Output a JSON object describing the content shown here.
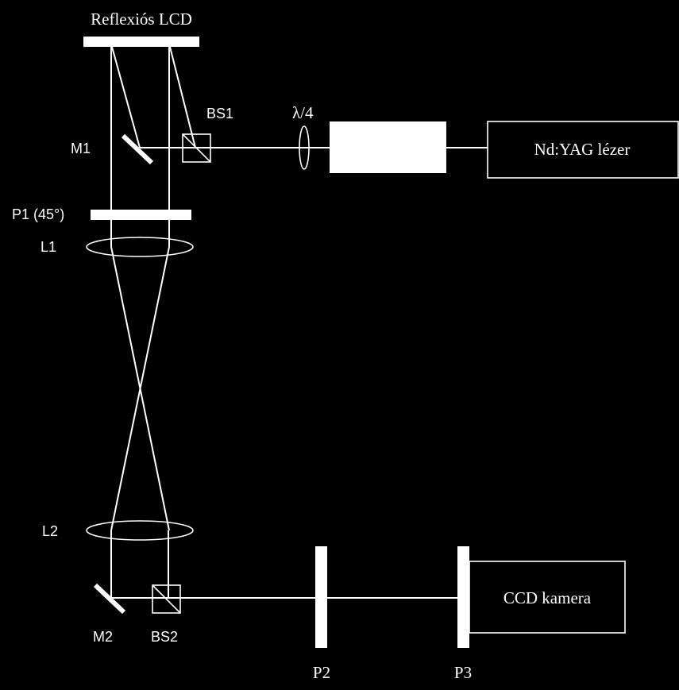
{
  "labels": {
    "lcd": "Reflexiós LCD",
    "bs1": "BS1",
    "lambda": "λ/4",
    "laser": "Nd:YAG lézer",
    "m1": "M1",
    "p1": "P1 (45°)",
    "l1": "L1",
    "l2": "L2",
    "m2": "M2",
    "bs2": "BS2",
    "p2": "P2",
    "p3": "P3",
    "camera": "CCD kamera"
  },
  "colors": {
    "background": "#000000",
    "foreground": "#ffffff"
  }
}
